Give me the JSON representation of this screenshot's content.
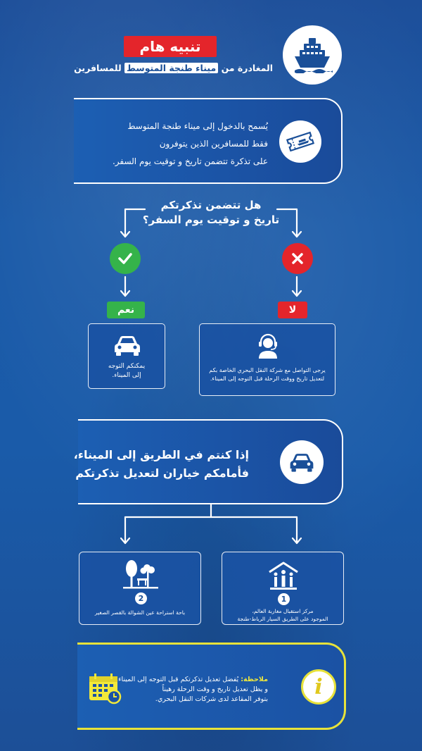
{
  "header": {
    "title": "تنبيه هام",
    "subtitle_prefix": "المغادرة من",
    "subtitle_highlight": "ميناء طنجة المتوسط",
    "subtitle_suffix": "للمسافرين"
  },
  "info": {
    "line1": "يُسمح بالدخول إلى ميناء طنجة المتوسط",
    "line2": "فقط للمسافرين الذين يتوفرون",
    "line3": "على تذكرة تتضمن تاريخ و توقيت يوم السفر."
  },
  "question": {
    "line1": "هل تتضمن تذكرتكم",
    "line2": "تاريخ و توقيت يوم السفر؟"
  },
  "yes": {
    "label": "نعم",
    "text_line1": "يمكنكم التوجه",
    "text_line2": "إلى الميناء."
  },
  "no": {
    "label": "لا",
    "text_line1": "يرجى التواصل مع شركة النقل البحري الخاصة بكم",
    "text_line2": "لتعديل تاريخ ووقت الرحلة قبل التوجه إلى الميناء."
  },
  "road": {
    "line1": "إذا كنتم في الطريق إلى الميناء،",
    "line2": "فأمامكم خياران لتعديل تذكرتكم"
  },
  "options": [
    {
      "number": "1",
      "line1": "مركز استقبال مغاربة العالم،",
      "line2": "الموجود على الطريق السيار الرباط-طنجة"
    },
    {
      "number": "2",
      "line1": "باحة استراحة عين الشوالة بالقصر الصغير",
      "line2": ""
    }
  ],
  "note": {
    "label": "ملاحظة:",
    "line1": "يُفضل تعديل تذكرتكم قبل التوجه إلى الميناء.",
    "line2": "و يظل تعديل تاريخ و وقت الرحلة رهيناً",
    "line3": "بتوفر المقاعد لدى شركات النقل البحري."
  },
  "colors": {
    "background": "#1a5aa8",
    "yes": "#35b34a",
    "no": "#e4252b",
    "note_border": "#e7e23a"
  }
}
